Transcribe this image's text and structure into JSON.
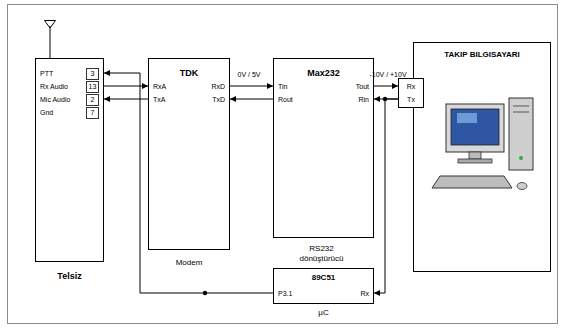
{
  "diagram": {
    "nodes": [
      {
        "text": [
          "PTT",
          "3",
          "Rx Audio",
          "13",
          "Mic Audio",
          "2",
          "Gnd",
          "7",
          "Telsiz"
        ]
      },
      {
        "text": [
          "TDK",
          "RxA",
          "RxD",
          "TxA",
          "TxD",
          "Modem"
        ]
      },
      {
        "text": [
          "Max232",
          "Tin",
          "Tout",
          "Rout",
          "Rin",
          "RS232 dönüştürücü"
        ]
      },
      {
        "text": [
          "TAKIP BILGISAYARI"
        ]
      },
      {
        "text": [
          "Rx",
          "Tx"
        ]
      },
      {
        "text": [
          "89C51",
          "P3.1",
          "Rx",
          "µC"
        ]
      }
    ],
    "edges": [
      {
        "from": 0,
        "to": 1,
        "arrow": "to"
      },
      {
        "from": 1,
        "to": 0,
        "arrow": "to"
      },
      {
        "from": 1,
        "to": 2,
        "arrow": "to"
      },
      {
        "from": 2,
        "to": 1,
        "arrow": "to"
      },
      {
        "from": 2,
        "to": 4,
        "arrow": "to"
      },
      {
        "from": 4,
        "to": 2,
        "arrow": "to"
      },
      {
        "from": 4,
        "to": 5,
        "arrow": "to"
      },
      {
        "from": 5,
        "to": 0,
        "arrow": "to"
      }
    ],
    "labels": [
      "0V / 5V",
      "-10V / +10V"
    ]
  }
}
